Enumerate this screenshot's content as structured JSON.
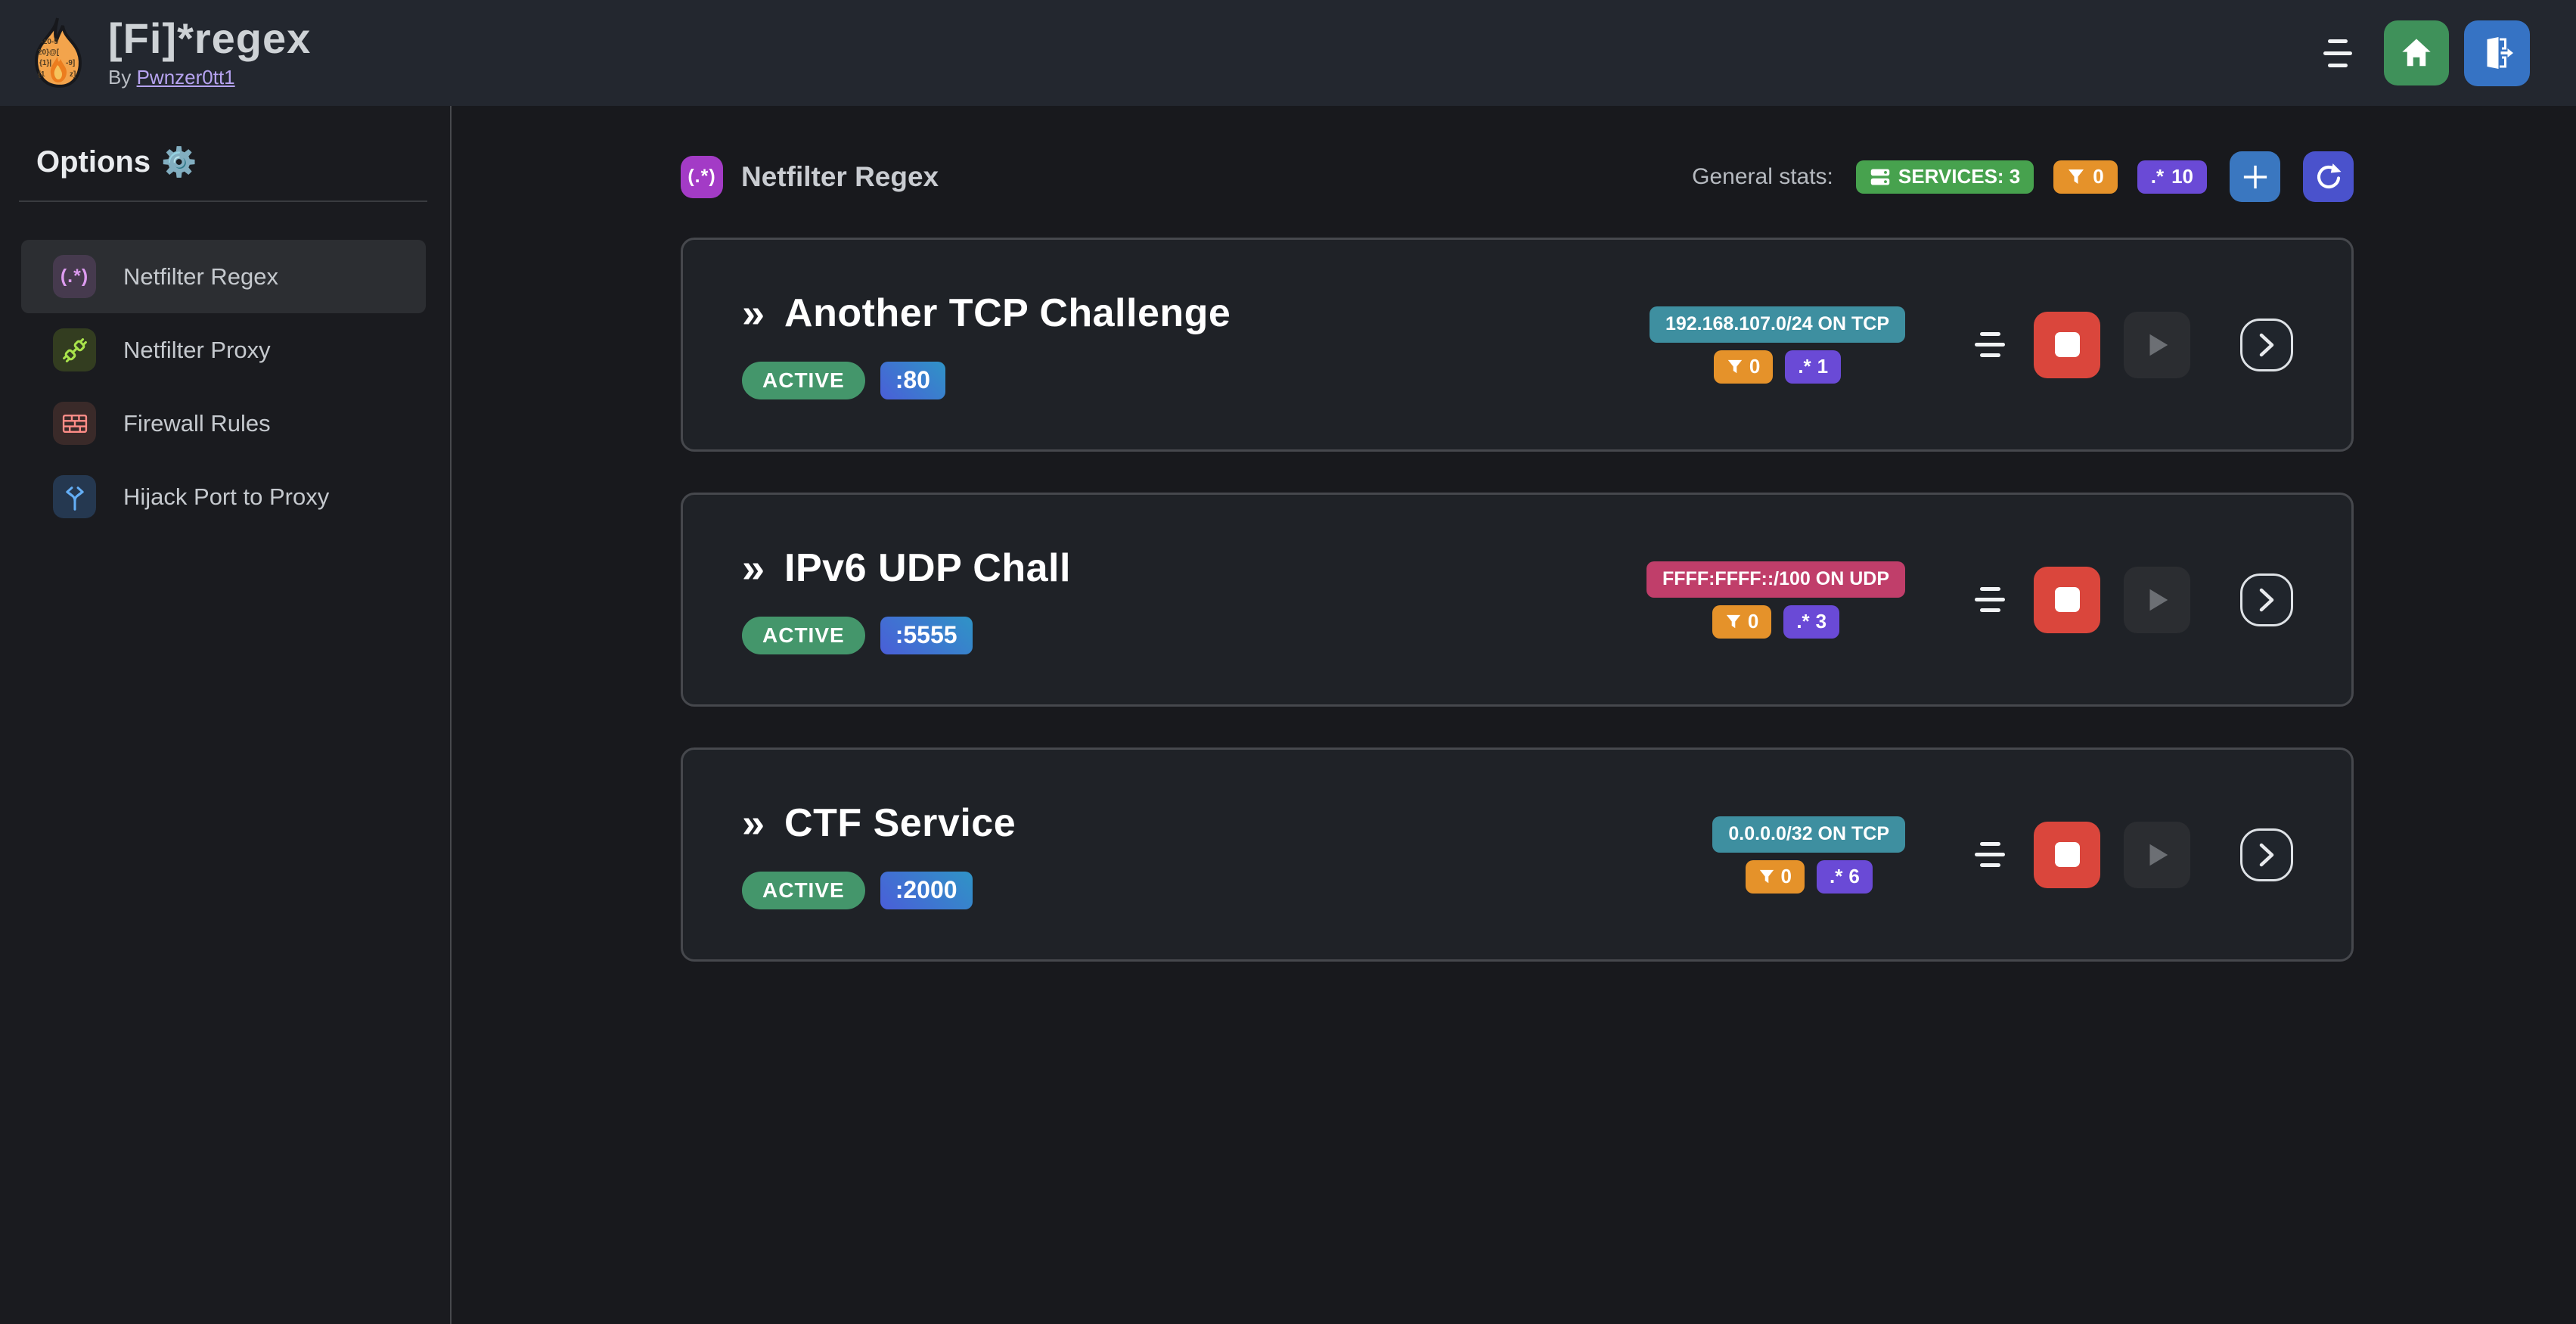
{
  "header": {
    "title": "[Fi]*regex",
    "byline_prefix": "By",
    "byline_link": "Pwnzer0tt1"
  },
  "sidebar": {
    "heading": "Options",
    "items": [
      {
        "label": "Netfilter Regex",
        "selected": true
      },
      {
        "label": "Netfilter Proxy",
        "selected": false
      },
      {
        "label": "Firewall Rules",
        "selected": false
      },
      {
        "label": "Hijack Port to Proxy",
        "selected": false
      }
    ]
  },
  "main": {
    "section_title": "Netfilter Regex",
    "stats_label": "General stats:",
    "stats": {
      "services": "SERVICES: 3",
      "filters": "0",
      "regexes": "10"
    },
    "services": [
      {
        "title": "Another TCP Challenge",
        "status": "ACTIVE",
        "port": ":80",
        "network": "192.168.107.0/24 ON TCP",
        "network_color": "teal",
        "filters": "0",
        "regexes": "1"
      },
      {
        "title": "IPv6 UDP Chall",
        "status": "ACTIVE",
        "port": ":5555",
        "network": "FFFF:FFFF::/100 ON UDP",
        "network_color": "pink",
        "filters": "0",
        "regexes": "3"
      },
      {
        "title": "CTF Service",
        "status": "ACTIVE",
        "port": ":2000",
        "network": "0.0.0.0/32 ON TCP",
        "network_color": "teal",
        "filters": "0",
        "regexes": "6"
      }
    ]
  },
  "icons": {
    "regex_glyph": "(.*)",
    "dot_star": ".*",
    "chevrons": "»",
    "gear": "⚙️"
  },
  "colors": {
    "header_bg": "#23272f",
    "page_bg": "#18191d",
    "card_bg": "#1f2227",
    "card_border": "#46484d",
    "stat_green": "#47a24e",
    "stat_orange": "#e5922a",
    "stat_violet": "#6a4ad6",
    "badge_teal": "#3e8fa0",
    "badge_pink": "#c03e6a",
    "active_green": "#44966b",
    "stop_red": "#da463c",
    "home_green": "#3f915a",
    "logout_blue": "#3673c4",
    "add_blue": "#3a77c0",
    "refresh_indigo": "#4a52cc",
    "brand_purple": "#a33bc6",
    "link_violet": "#b6a3f0"
  }
}
